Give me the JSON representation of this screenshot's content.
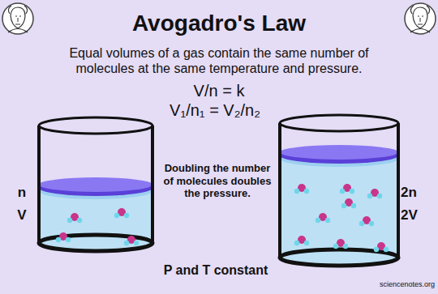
{
  "diagram": {
    "title": "Avogadro's Law",
    "labels": [
      "Equal volumes of a gas contain the same number of molecules at the same temperature and pressure.",
      "V/n = k",
      "V₁/n₁ = V₂/n₂",
      "n",
      "V",
      "Doubling the number of molecules doubles the pressure.",
      "2n",
      "2V",
      "P and T constant",
      "sciencenotes.org"
    ]
  }
}
